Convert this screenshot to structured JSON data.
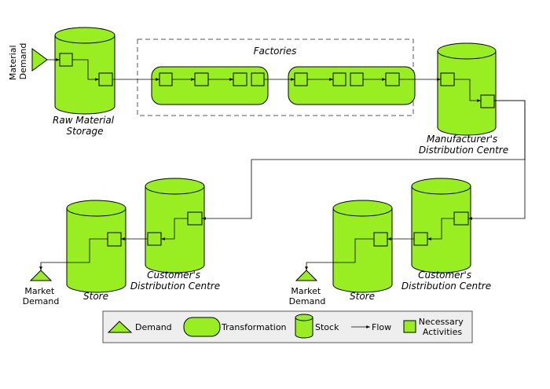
{
  "colors": {
    "fill": "#99ee22",
    "stroke": "#000000",
    "legend_bg": "#eeeeee"
  },
  "labels": {
    "material_demand": [
      "Material",
      "Demand"
    ],
    "raw_material_storage": [
      "Raw Material",
      "Storage"
    ],
    "factories": "Factories",
    "manufacturers_dc": [
      "Manufacturer's",
      "Distribution Centre"
    ],
    "customers_dc": [
      "Customer's",
      "Distribution Centre"
    ],
    "store": "Store",
    "market_demand": [
      "Market",
      "Demand"
    ]
  },
  "legend": {
    "demand": "Demand",
    "transformation": "Transformation",
    "stock": "Stock",
    "flow": "Flow",
    "activities": [
      "Necessary",
      "Activities"
    ]
  }
}
